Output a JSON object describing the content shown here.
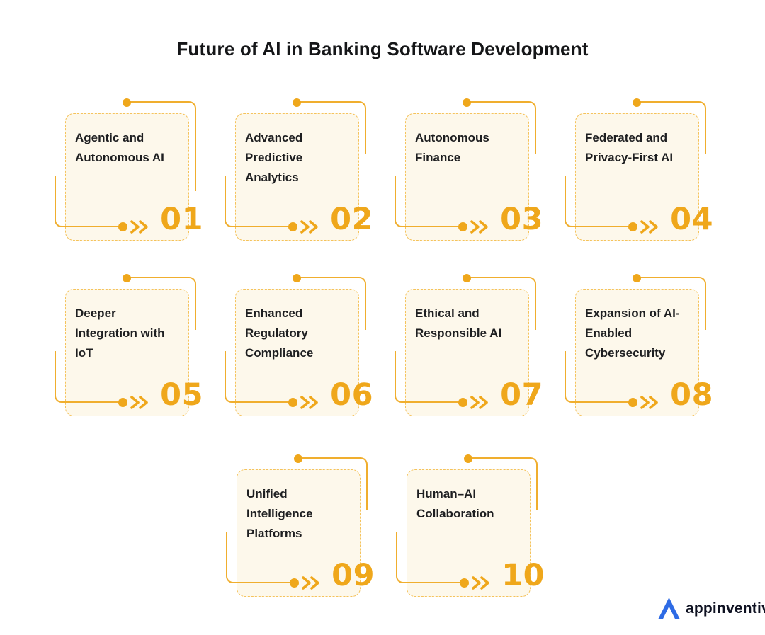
{
  "title": "Future of AI in Banking Software Development",
  "cards": [
    {
      "number": "01",
      "label": "Agentic and Autonomous AI"
    },
    {
      "number": "02",
      "label": "Advanced Predictive Analytics"
    },
    {
      "number": "03",
      "label": "Autonomous Finance"
    },
    {
      "number": "04",
      "label": "Federated and Privacy-First AI"
    },
    {
      "number": "05",
      "label": "Deeper Integration with IoT"
    },
    {
      "number": "06",
      "label": "Enhanced Regulatory Compliance"
    },
    {
      "number": "07",
      "label": "Ethical and Responsible AI"
    },
    {
      "number": "08",
      "label": "Expansion of AI-Enabled Cybersecurity"
    },
    {
      "number": "09",
      "label": "Unified Intelligence Platforms"
    },
    {
      "number": "10",
      "label": "Human–AI Collaboration"
    }
  ],
  "footer": {
    "logo_text": "appinventiv"
  },
  "icons": {
    "top_marker": "connector-dot",
    "bottom_marker": "connector-dot",
    "arrow": "double-chevron-right"
  },
  "colors": {
    "accent_gold": "#EFA71B",
    "connector_line": "#F0AE2E",
    "dashed_border": "#F5C35C",
    "card_background": "#FDF8EB",
    "title_text": "#151618",
    "card_text": "#1E1F21",
    "logo_blue": "#2E6BE5"
  }
}
